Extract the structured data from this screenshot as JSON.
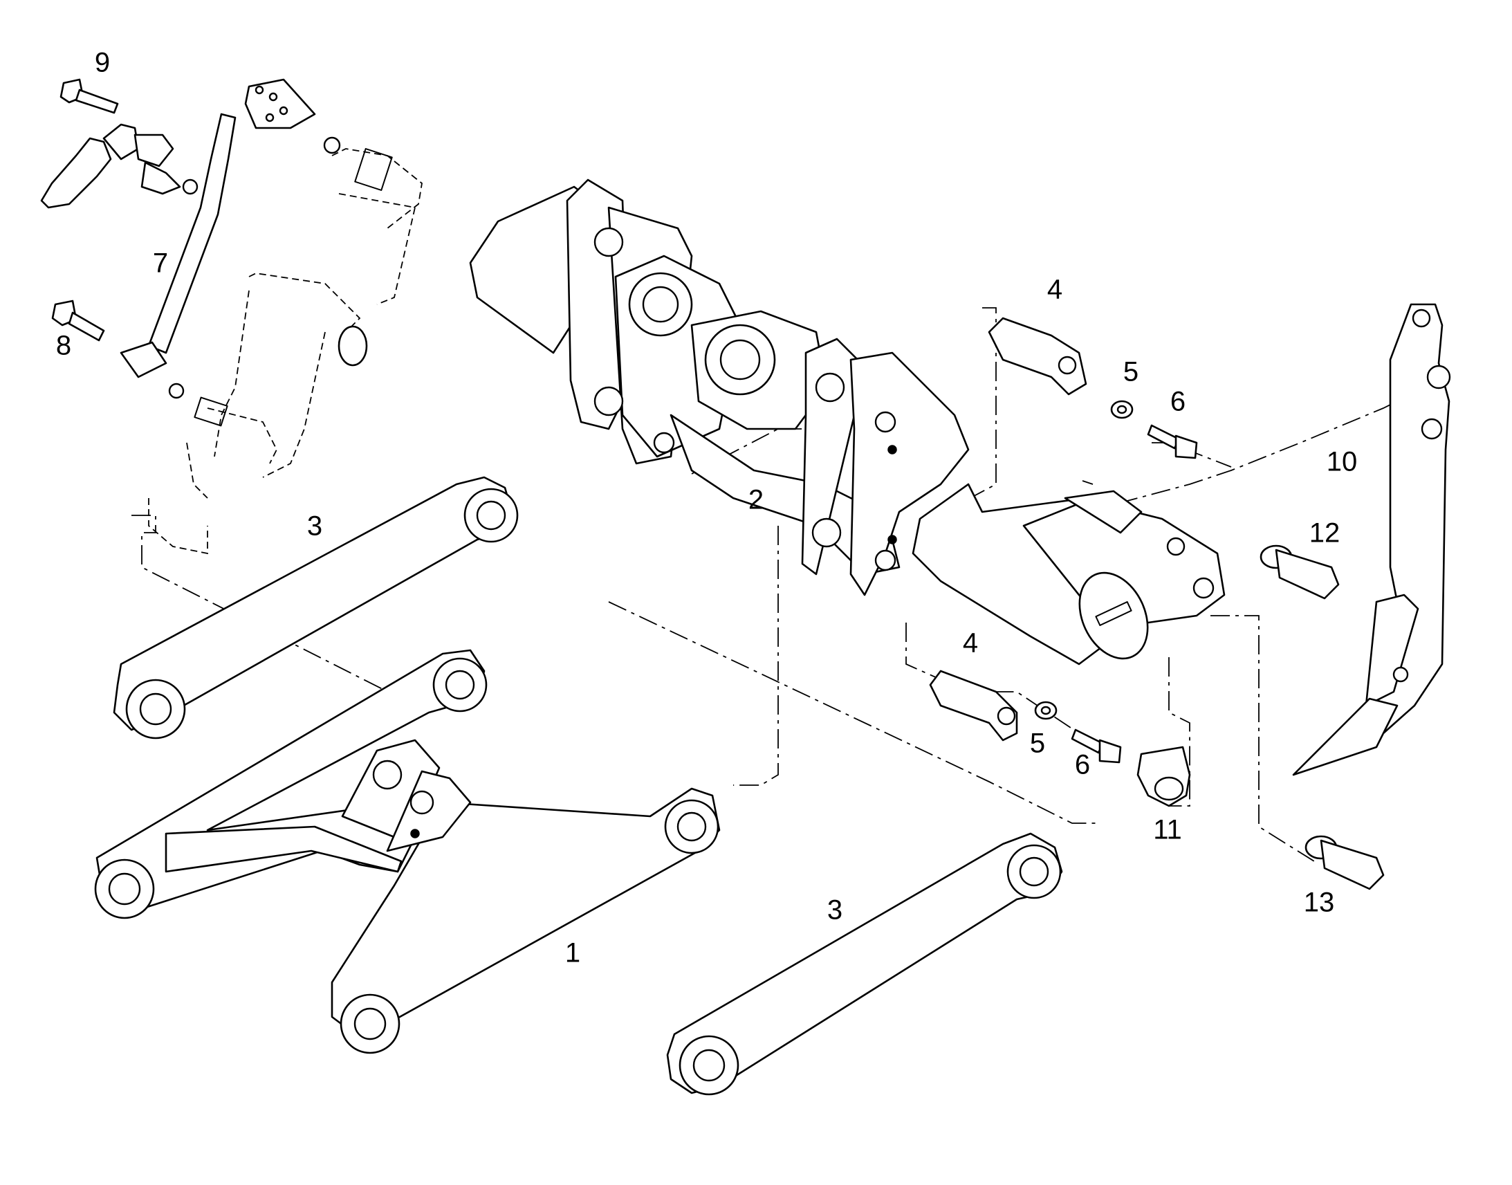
{
  "callouts": [
    {
      "id": "c1",
      "label": "1"
    },
    {
      "id": "c2",
      "label": "2"
    },
    {
      "id": "c3a",
      "label": "3"
    },
    {
      "id": "c3b",
      "label": "3"
    },
    {
      "id": "c4a",
      "label": "4"
    },
    {
      "id": "c4b",
      "label": "4"
    },
    {
      "id": "c5a",
      "label": "5"
    },
    {
      "id": "c5b",
      "label": "5"
    },
    {
      "id": "c6a",
      "label": "6"
    },
    {
      "id": "c6b",
      "label": "6"
    },
    {
      "id": "c7",
      "label": "7"
    },
    {
      "id": "c8",
      "label": "8"
    },
    {
      "id": "c9",
      "label": "9"
    },
    {
      "id": "c10",
      "label": "10"
    },
    {
      "id": "c11",
      "label": "11"
    },
    {
      "id": "c12",
      "label": "12"
    },
    {
      "id": "c13",
      "label": "13"
    }
  ]
}
